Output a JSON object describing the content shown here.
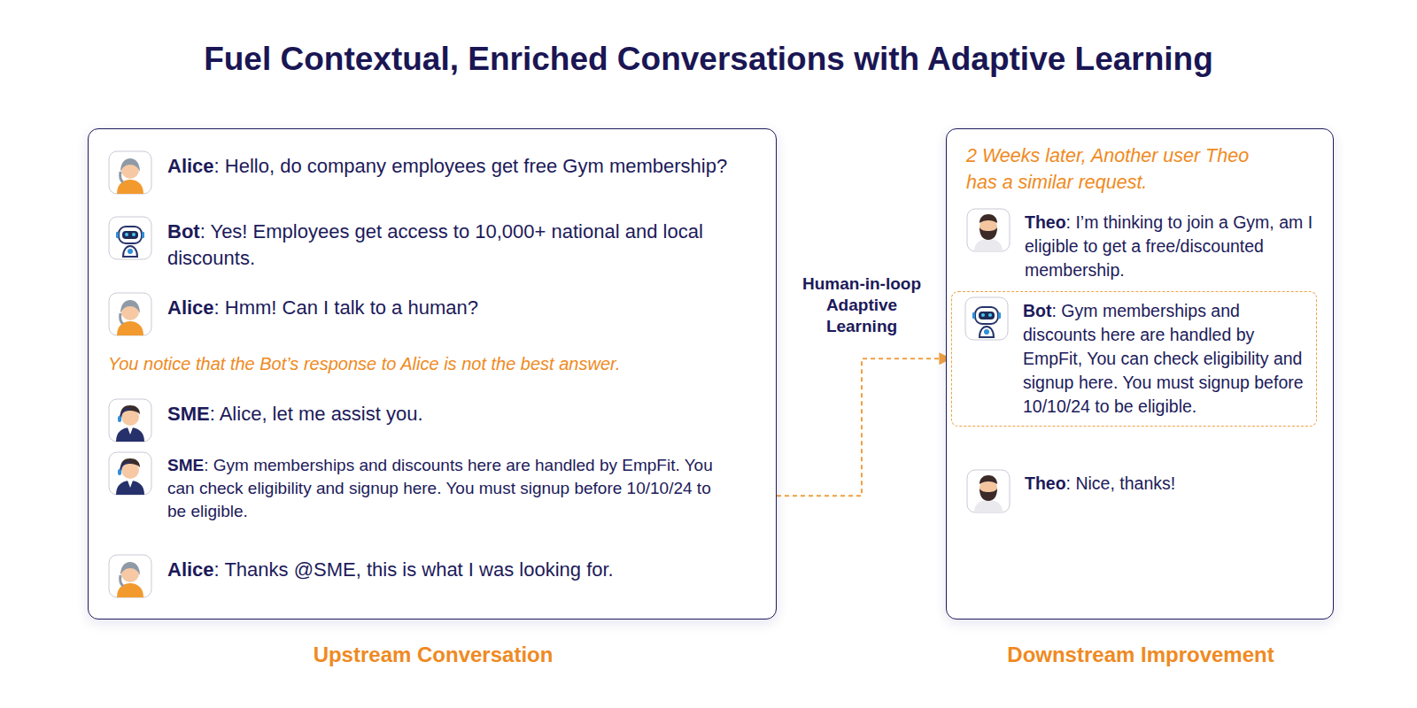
{
  "diagram": {
    "title": "Fuel Contextual, Enriched Conversations with Adaptive Learning",
    "nodes": [
      {
        "text": [
          "Alice: Hello, do company employees get free Gym membership?",
          "Bot: Yes! Employees get access to 10,000+ national and local discounts.",
          "Alice: Hmm! Can I talk to a human?",
          "You notice that the Bot’s response to Alice is not the best answer.",
          "SME: Alice, let me assist you.",
          "SME: Gym memberships and discounts here are handled by EmpFit. You can check eligibility and signup here. You must signup before 10/10/24 to be eligible.",
          "Alice: Thanks @SME, this is what I was looking for.",
          "Upstream Conversation"
        ]
      },
      {
        "text": [
          "2 Weeks later, Another user Theo has a similar request.",
          "Theo: I’m thinking to join a Gym, am I eligible to get a free/discounted membership.",
          "Theo: Nice, thanks!",
          "Downstream Improvement"
        ]
      },
      {
        "text": [
          "Bot: Gym memberships and discounts here are handled by EmpFit, You can check eligibility and signup here. You must signup before 10/10/24 to be eligible."
        ],
        "in": 1
      }
    ],
    "edges": [
      {
        "from": 0,
        "to": 2,
        "label": "Human-in-loop Adaptive Learning",
        "arrow": "to"
      }
    ]
  }
}
